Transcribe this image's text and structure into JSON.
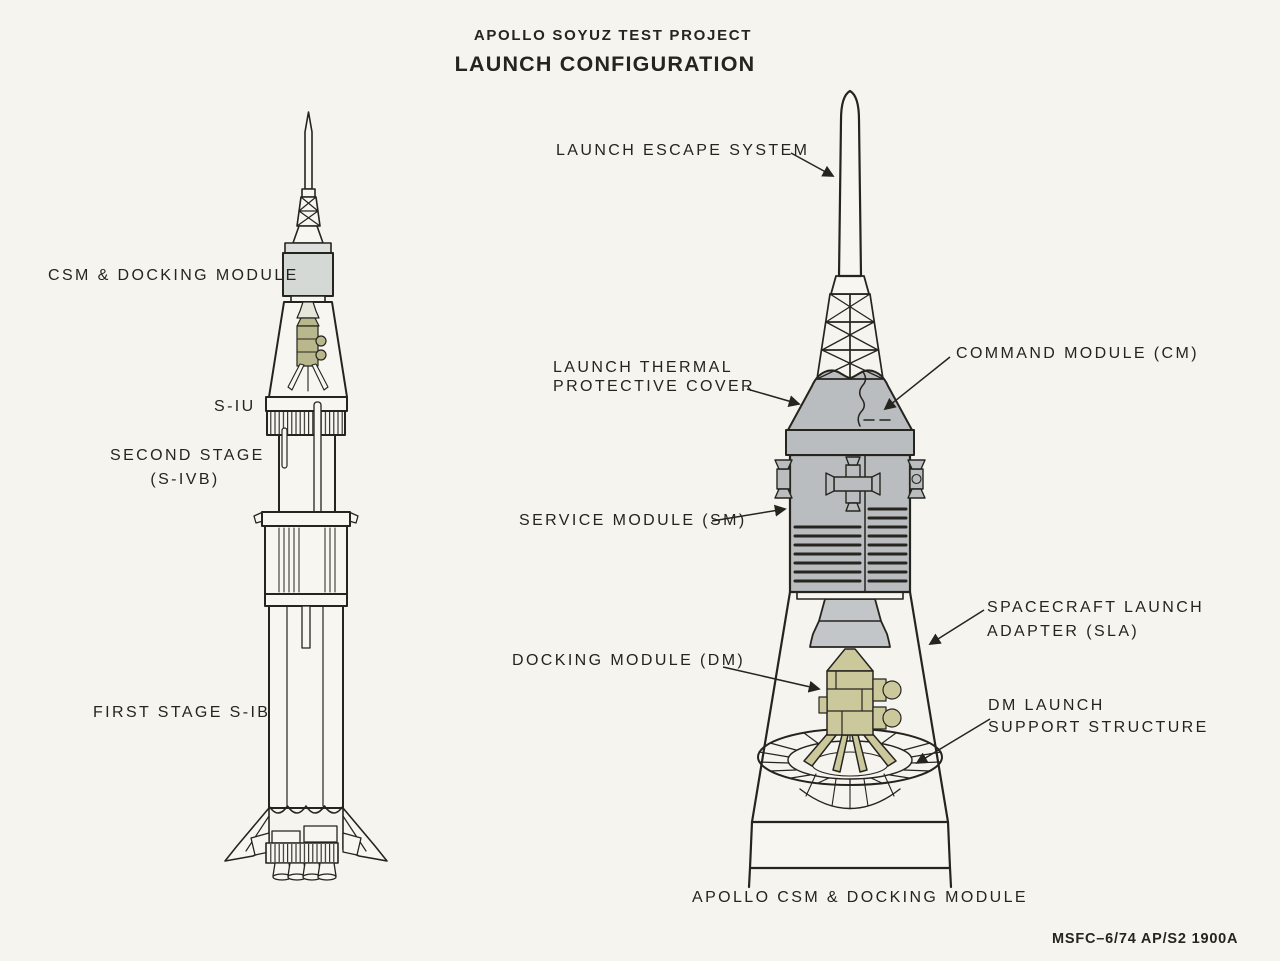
{
  "title": {
    "project": "APOLLO SOYUZ TEST PROJECT",
    "configuration": "LAUNCH CONFIGURATION"
  },
  "left_rocket": {
    "labels": {
      "csm_docking_module": "CSM & DOCKING MODULE",
      "s_iu": "S-IU",
      "second_stage_line1": "SECOND STAGE",
      "second_stage_line2": "(S-IVB)",
      "first_stage": "FIRST STAGE S-IB"
    }
  },
  "right_stack": {
    "labels": {
      "launch_escape_system": "LAUNCH ESCAPE SYSTEM",
      "thermal_cover_line1": "LAUNCH THERMAL",
      "thermal_cover_line2": "PROTECTIVE COVER",
      "command_module": "COMMAND MODULE (CM)",
      "service_module": "SERVICE MODULE (SM)",
      "sla_line1": "SPACECRAFT LAUNCH",
      "sla_line2": "ADAPTER (SLA)",
      "docking_module": "DOCKING MODULE (DM)",
      "dm_support_line1": "DM LAUNCH",
      "dm_support_line2": "SUPPORT STRUCTURE",
      "bottom_caption": "APOLLO CSM & DOCKING MODULE"
    }
  },
  "footer": {
    "reference": "MSFC–6/74 AP/S2 1900A"
  },
  "colors": {
    "background": "#f5f4ee",
    "line": "#26241f",
    "csm_gray": "#d5d9d6",
    "sm_gray": "#b9bdbf",
    "nozzle_gray": "#c2c6c8",
    "dm_olive": "#cbc99c",
    "dm_olive_dark": "#b9b88c"
  }
}
